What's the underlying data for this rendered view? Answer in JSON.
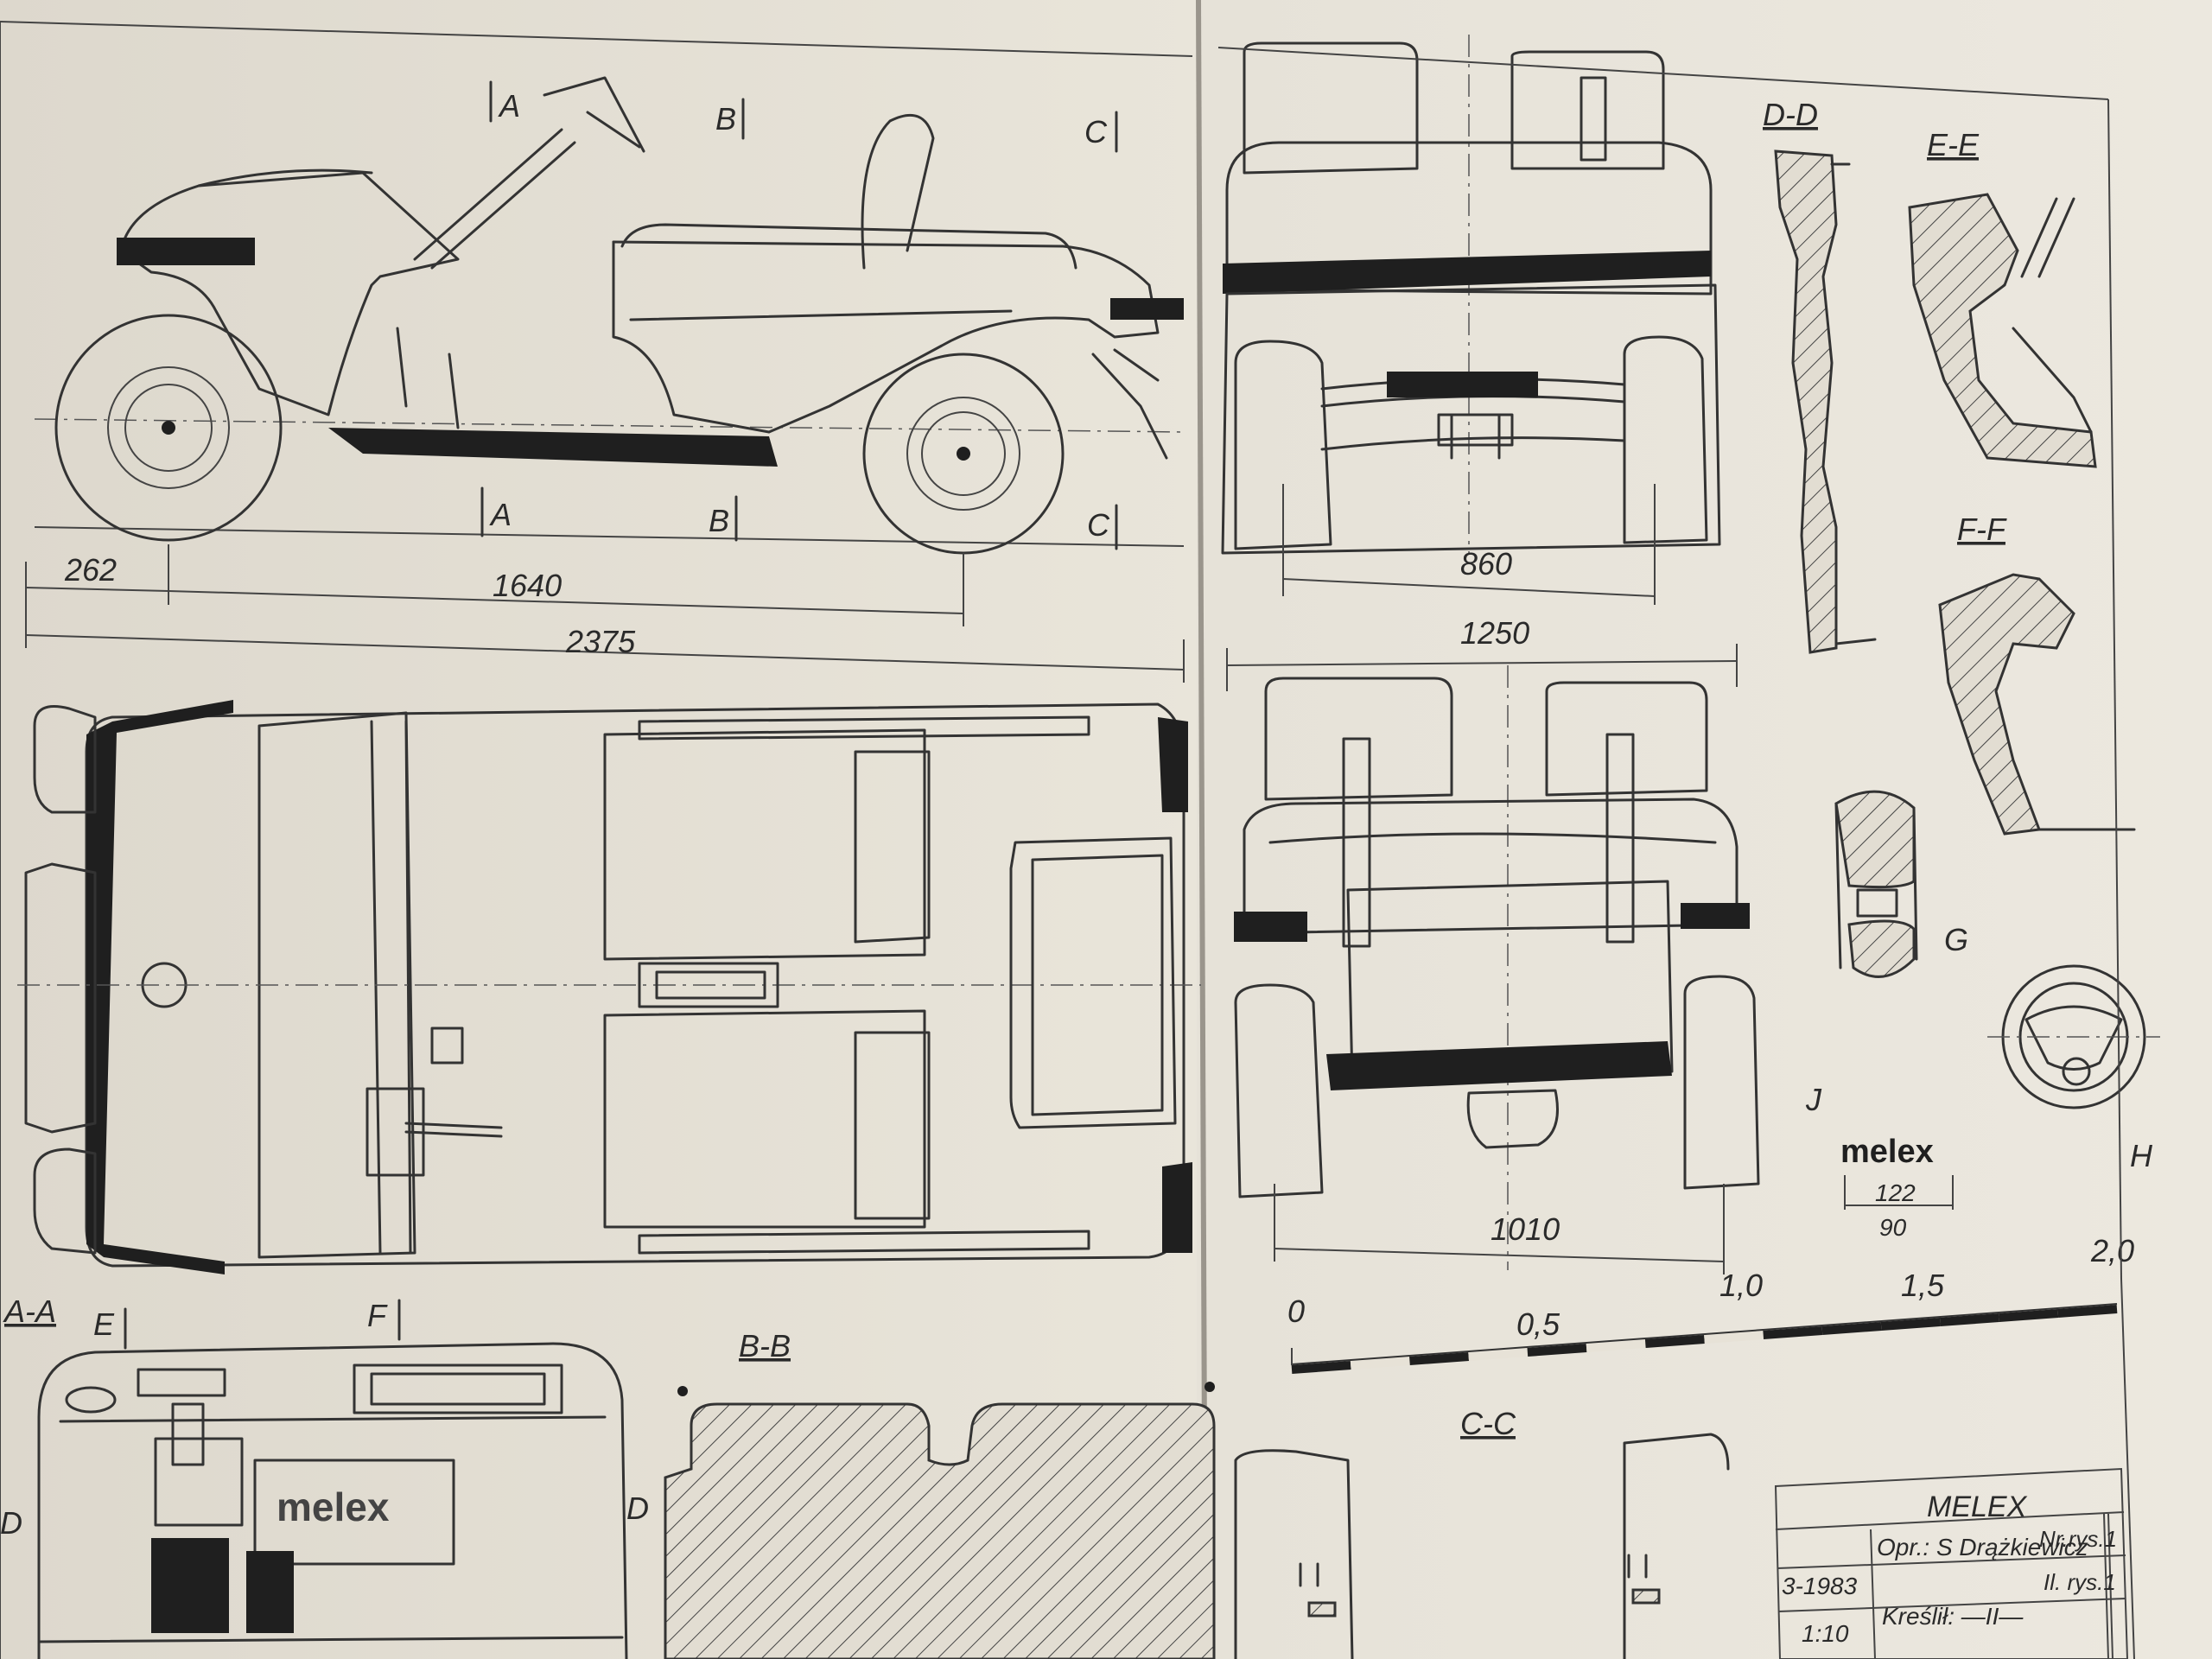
{
  "dimensions": {
    "front_overhang": "262",
    "wheelbase": "1640",
    "overall_length": "2375",
    "front_track": "860",
    "overall_width": "1250",
    "rear_track": "1010"
  },
  "section_marks": {
    "a": "A",
    "b": "B",
    "c": "C",
    "d": "D",
    "e": "E",
    "f": "F"
  },
  "section_titles": {
    "aa": "A-A",
    "bb": "B-B",
    "cc": "C-C",
    "dd": "D-D",
    "ee": "E-E",
    "ff": "F-F"
  },
  "detail_labels": {
    "g": "G",
    "h": "H",
    "j": "J"
  },
  "logo": {
    "brand": "melex",
    "dim_width": "122",
    "dim_height": "90"
  },
  "scale_bar": {
    "ticks": [
      "0",
      "0,5",
      "1,0",
      "1,5",
      "2,0"
    ]
  },
  "title_block": {
    "title": "MELEX",
    "issue": "3-1983",
    "author": "Opr.: S Drążkiewicz",
    "drawing_no": "Nr.rys.1",
    "scale": "1:10",
    "drawn_by": "Kreślił: —II—",
    "sheet_count": "Il. rys.1"
  },
  "colors": {
    "paper": "#e7e2d7",
    "ink": "#2a2a2a"
  }
}
